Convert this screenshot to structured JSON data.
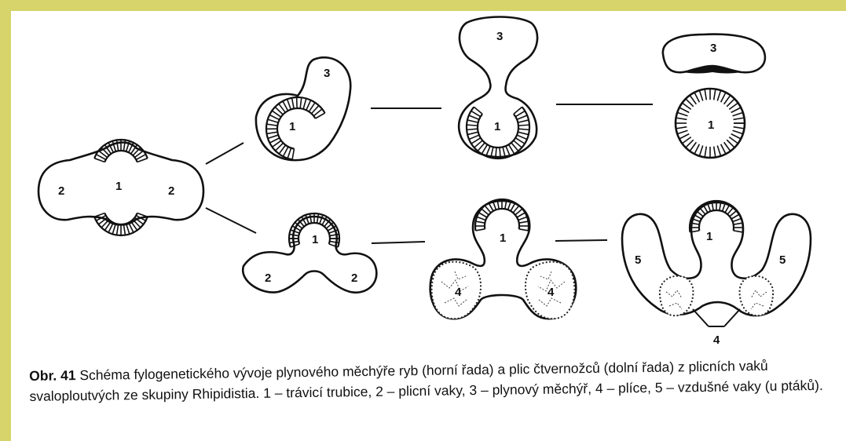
{
  "figure": {
    "labels": {
      "one": "1",
      "two": "2",
      "three": "3",
      "four": "4",
      "five": "5"
    }
  },
  "caption": {
    "lead": "Obr. 41",
    "text": " Schéma fylogenetického vývoje plynového měchýře ryb (horní řada) a plic čtvernožců (dolní řada) z plicních vaků svaloploutvých ze skupiny Rhipidistia. 1 – trávicí trubice, 2 – plicní vaky, 3 – plynový měchýř, 4 – plíce, 5 – vzdušné vaky (u ptáků)."
  }
}
